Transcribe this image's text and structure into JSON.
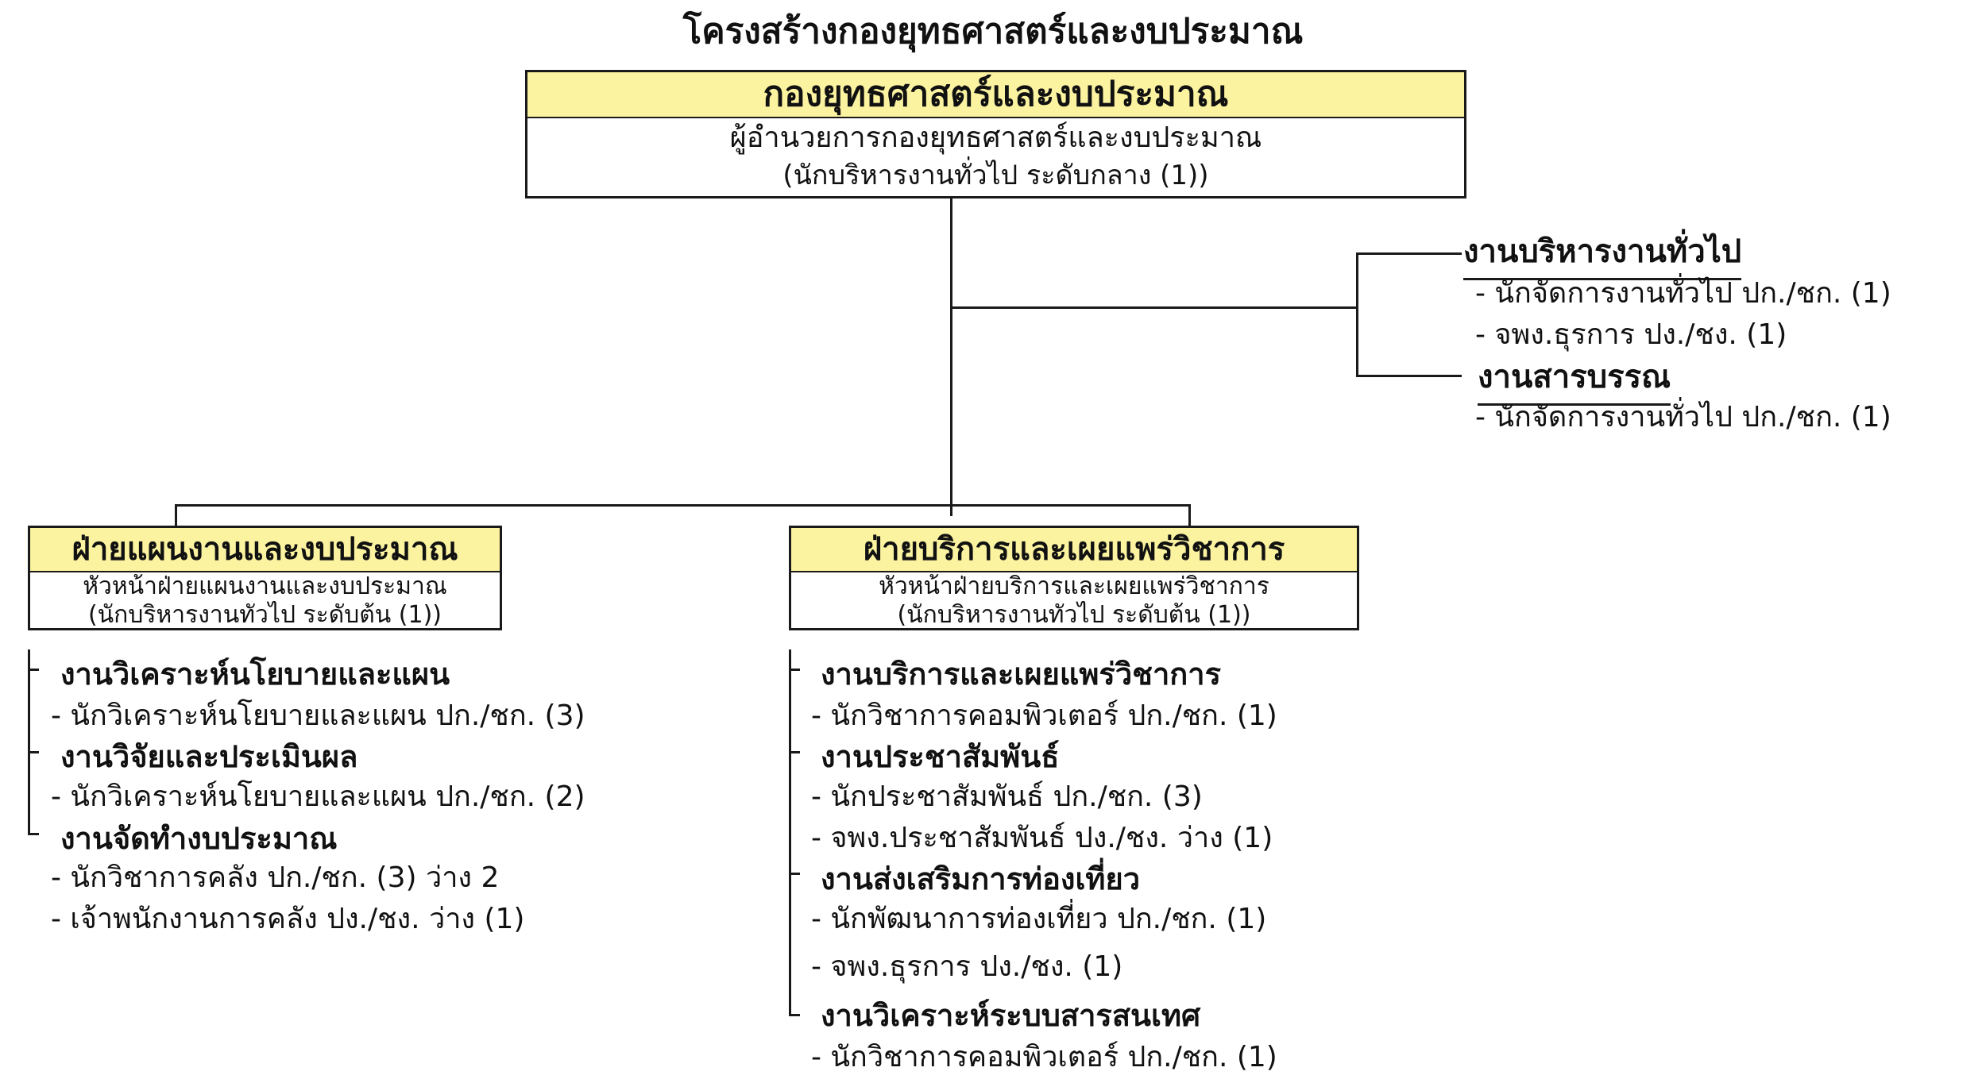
{
  "page_title": "โครงสร้างกองยุทธศาสตร์และงบประมาณ",
  "top_box": {
    "name": "กองยุทธศาสตร์และงบประมาณ",
    "position": "ผู้อำนวยการกองยุทธศาสตร์และงบประมาณ",
    "level": "(นักบริหารงานทั่วไป ระดับกลาง (1))"
  },
  "right_units": [
    {
      "name": "งานบริหารงานทั่วไป",
      "items": [
        "- นักจัดการงานทั่วไป ปก./ชก. (1)",
        "- จพง.ธุรการ ปง./ชง. (1)"
      ]
    },
    {
      "name": "งานสารบรรณ",
      "items": [
        "- นักจัดการงานทั่วไป ปก./ชก. (1)"
      ]
    }
  ],
  "left_division": {
    "name": "ฝ่ายแผนงานและงบประมาณ",
    "position": "หัวหน้าฝ่ายแผนงานและงบประมาณ",
    "level": "(นักบริหารงานทั่วไป ระดับต้น (1))",
    "sections": [
      {
        "name": "งานวิเคราะห์นโยบายและแผน",
        "items": [
          "- นักวิเคราะห์นโยบายและแผน ปก./ชก. (3)"
        ]
      },
      {
        "name": "งานวิจัยและประเมินผล",
        "items": [
          "- นักวิเคราะห์นโยบายและแผน ปก./ชก. (2)"
        ]
      },
      {
        "name": "งานจัดทำงบประมาณ",
        "items": [
          "- นักวิชาการคลัง ปก./ชก. (3) ว่าง 2",
          "- เจ้าพนักงานการคลัง ปง./ชง. ว่าง (1)"
        ]
      }
    ]
  },
  "right_division": {
    "name": "ฝ่ายบริการและเผยแพร่วิชาการ",
    "position": "หัวหน้าฝ่ายบริการและเผยแพร่วิชาการ",
    "level": "(นักบริหารงานทั่วไป ระดับต้น (1))",
    "sections": [
      {
        "name": "งานบริการและเผยแพร่วิชาการ",
        "items": [
          "- นักวิชาการคอมพิวเตอร์ ปก./ชก. (1)"
        ]
      },
      {
        "name": "งานประชาสัมพันธ์",
        "items": [
          "- นักประชาสัมพันธ์ ปก./ชก. (3)",
          "- จพง.ประชาสัมพันธ์ ปง./ชง. ว่าง (1)"
        ]
      },
      {
        "name": "งานส่งเสริมการท่องเที่ยว",
        "items": [
          "- นักพัฒนาการท่องเที่ยว ปก./ชก. (1)",
          "- จพง.ธุรการ ปง./ชง. (1)"
        ]
      },
      {
        "name": "งานวิเคราะห์ระบบสารสนเทศ",
        "items": [
          "- นักวิชาการคอมพิวเตอร์ ปก./ชก. (1)"
        ]
      }
    ]
  }
}
